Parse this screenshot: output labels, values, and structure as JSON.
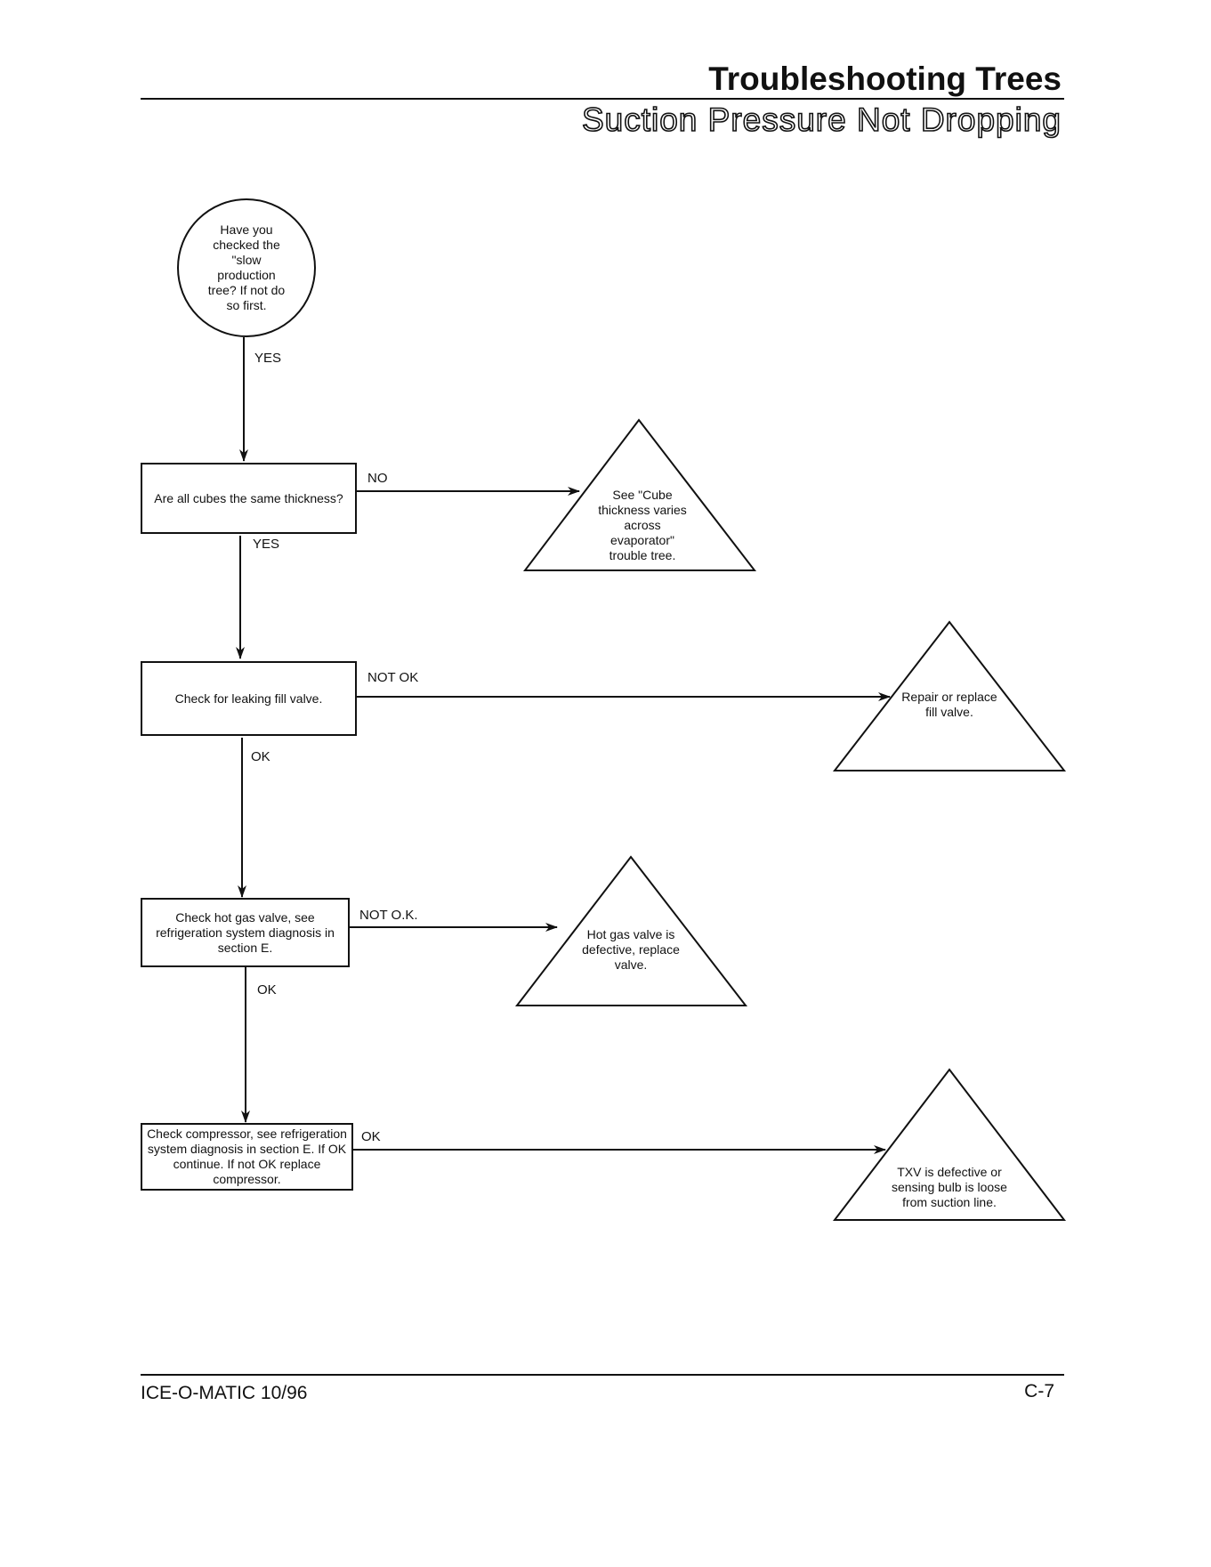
{
  "header": {
    "title": "Troubleshooting Trees",
    "subtitle": "Suction Pressure Not Dropping"
  },
  "nodes": {
    "start": "Have you checked the \"slow production tree? If not do so first.",
    "cubes_same": "Are all cubes the same thickness?",
    "fill_valve": "Check for leaking fill valve.",
    "hot_gas": "Check hot gas valve, see refrigeration system diagnosis in section E.",
    "compressor": "Check compressor, see refrigeration system diagnosis in section E. If OK continue.  If not OK replace compressor."
  },
  "outcomes": {
    "cube_thickness": "See \"Cube thickness varies across evaporator\" trouble tree.",
    "repair_fill": "Repair or replace fill valve.",
    "hot_gas_defective": "Hot gas valve is defective, replace valve.",
    "txv": "TXV is defective or sensing bulb is loose from suction line."
  },
  "edges": {
    "start_yes": "YES",
    "cubes_no": "NO",
    "cubes_yes": "YES",
    "fill_not_ok": "NOT OK",
    "fill_ok": "OK",
    "hot_gas_not_ok": "NOT O.K.",
    "hot_gas_ok": "OK",
    "compressor_ok": "OK"
  },
  "footer": {
    "left": "ICE-O-MATIC 10/96",
    "right": "C-7"
  }
}
